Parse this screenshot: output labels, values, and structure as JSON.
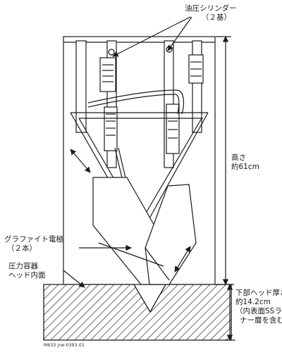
{
  "labels": {
    "cylinder": [
      "油圧シリンダー",
      "（２基）"
    ],
    "height": [
      "高さ",
      "約61cm"
    ],
    "electrode": [
      "グラファイト電極",
      "（２本）"
    ],
    "vessel": [
      "圧力容器",
      "ヘッド内面"
    ],
    "head_thickness": [
      "下部ヘッド厚さ",
      "約14.2cm",
      "（内表面SSライ",
      "ナー層を含む）"
    ],
    "figure_code": "M633 jrw-0393-01"
  },
  "colors": {
    "ink": "#1a1a1a",
    "background": "#ffffff"
  }
}
